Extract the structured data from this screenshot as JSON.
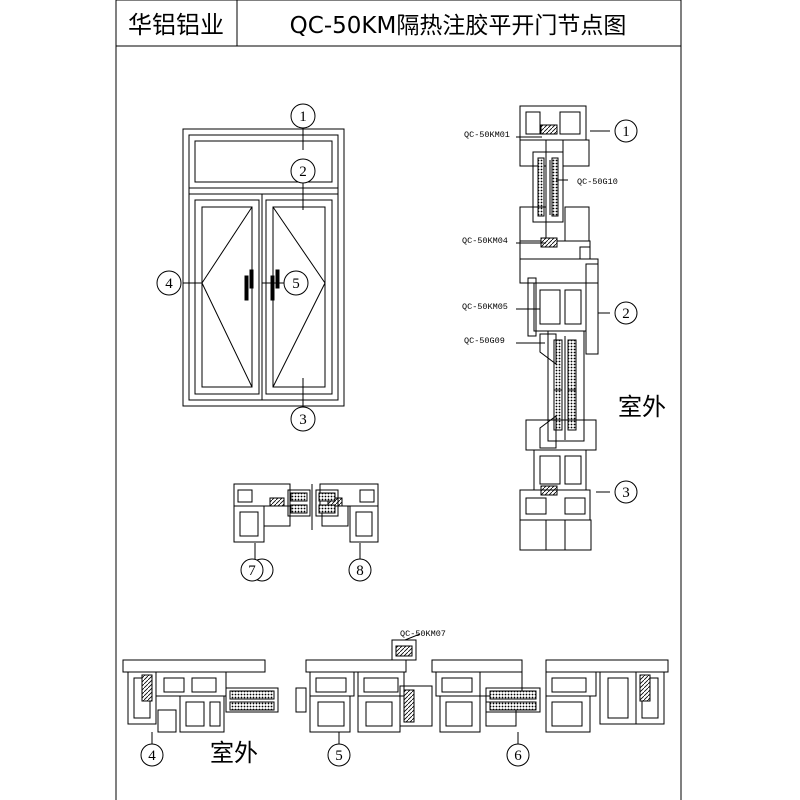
{
  "header": {
    "brand": "华铝铝业",
    "title": "QC-50KM隔热注胶平开门节点图"
  },
  "elevation": {
    "markers": [
      "1",
      "2",
      "3",
      "4",
      "5"
    ]
  },
  "vertical_section": {
    "markers": [
      "1",
      "2",
      "3"
    ],
    "labels": [
      "QC-50KM01",
      "QC-50G10",
      "QC-50KM04",
      "QC-50KM05",
      "QC-50G09"
    ],
    "outside_text": "室外"
  },
  "mid_section": {
    "markers": [
      "7",
      "8"
    ]
  },
  "horizontal_section": {
    "label": "QC-50KM07",
    "markers": [
      "4",
      "5",
      "6"
    ],
    "outside_text": "室外"
  }
}
